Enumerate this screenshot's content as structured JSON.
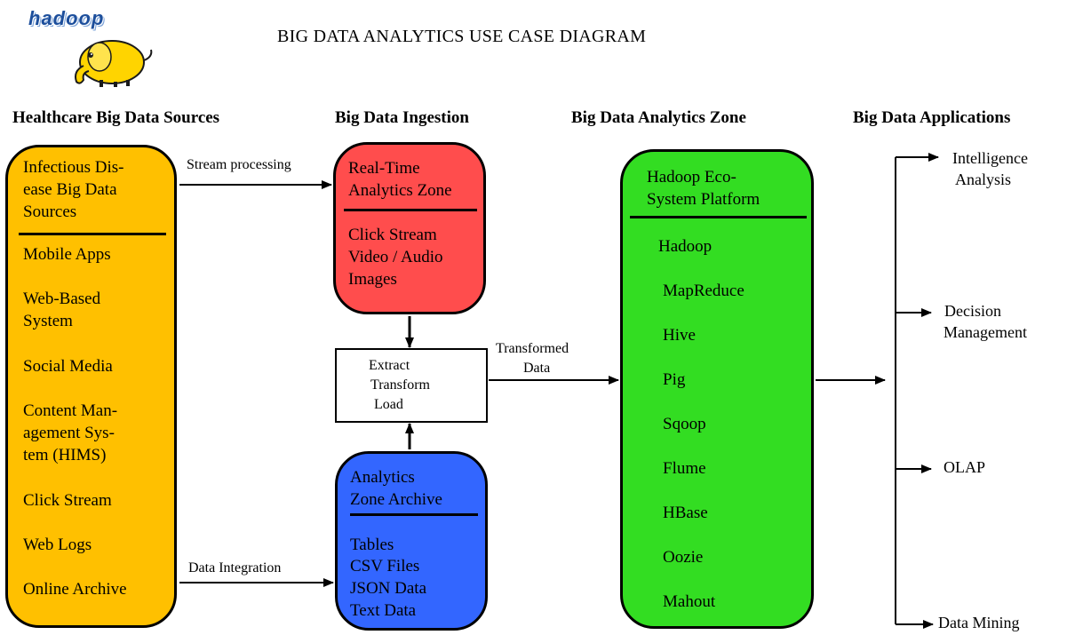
{
  "logo": {
    "text": "hadoop",
    "mascot_icon": "yellow-elephant-icon",
    "text_color": "#1d4f9c",
    "mascot_color": "#ffd400"
  },
  "title": "BIG DATA ANALYTICS USE CASE DIAGRAM",
  "columns": {
    "sources": "Healthcare Big Data Sources",
    "ingestion": "Big Data Ingestion",
    "analytics": "Big Data Analytics Zone",
    "applications": "Big Data Applications"
  },
  "sources_box": {
    "color": "#ffc000",
    "header": [
      "Infectious Dis-",
      "ease Big Data",
      "Sources"
    ],
    "items": [
      [
        "Mobile Apps"
      ],
      [
        "Web-Based",
        "System"
      ],
      [
        "Social Media"
      ],
      [
        "Content Man-",
        "agement Sys-",
        "tem (HIMS)"
      ],
      [
        "Click Stream"
      ],
      [
        "Web Logs"
      ],
      [
        "Online Archive"
      ]
    ]
  },
  "realtime_box": {
    "color": "#ff4d4d",
    "header": [
      "Real-Time",
      "Analytics Zone"
    ],
    "items": [
      "Click Stream",
      "Video / Audio",
      "Images"
    ]
  },
  "etl_box": {
    "lines": [
      "Extract",
      "Transform",
      "Load"
    ]
  },
  "archive_box": {
    "color": "#3366ff",
    "header": [
      "Analytics",
      "Zone Archive"
    ],
    "items": [
      "Tables",
      "CSV Files",
      "JSON Data",
      "Text Data"
    ]
  },
  "hadoop_box": {
    "color": "#33dd22",
    "header": [
      "Hadoop Eco-",
      "System Platform"
    ],
    "items": [
      "Hadoop",
      "MapReduce",
      "Hive",
      "Pig",
      "Sqoop",
      "Flume",
      "HBase",
      "Oozie",
      "Mahout"
    ]
  },
  "arrow_labels": {
    "stream": "Stream processing",
    "integration": "Data Integration",
    "transformed": [
      "Transformed",
      "Data"
    ]
  },
  "applications": [
    [
      "Intelligence",
      "Analysis"
    ],
    [
      "Decision",
      "Management"
    ],
    [
      "OLAP"
    ],
    [
      "Data Mining"
    ]
  ]
}
